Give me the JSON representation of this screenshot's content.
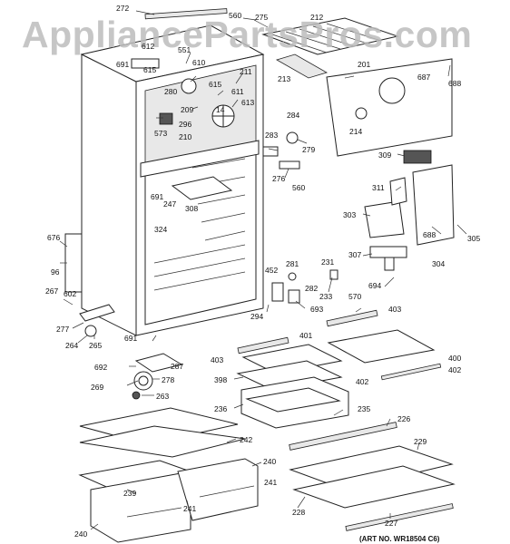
{
  "watermark": "AppliancePartsPros.com",
  "art_number": "(ART NO. WR18504 C6)",
  "callouts": {
    "c272": "272",
    "c560a": "560",
    "c275": "275",
    "c212": "212",
    "c612": "612",
    "c551": "551",
    "c691a": "691",
    "c615a": "615",
    "c610": "610",
    "c211": "211",
    "c201": "201",
    "c213": "213",
    "c615b": "615",
    "c280": "280",
    "c611": "611",
    "c687": "687",
    "c688a": "688",
    "c613": "613",
    "c209": "209",
    "c14": "14",
    "c296": "296",
    "c573": "573",
    "c210": "210",
    "c284": "284",
    "c214": "214",
    "c283": "283",
    "c279": "279",
    "c309": "309",
    "c276": "276",
    "c560b": "560",
    "c311": "311",
    "c691b": "691",
    "c247": "247",
    "c308": "308",
    "c303": "303",
    "c324": "324",
    "c688b": "688",
    "c305": "305",
    "c676": "676",
    "c96": "96",
    "c307": "307",
    "c304": "304",
    "c231": "231",
    "c281": "281",
    "c452": "452",
    "c694": "694",
    "c267": "267",
    "c602": "602",
    "c282": "282",
    "c233": "233",
    "c570": "570",
    "c693": "693",
    "c294": "294",
    "c403a": "403",
    "c277": "277",
    "c264": "264",
    "c265": "265",
    "c691c": "691",
    "c401": "401",
    "c403b": "403",
    "c400": "400",
    "c402a": "402",
    "c692": "692",
    "c287": "287",
    "c398": "398",
    "c278": "278",
    "c402b": "402",
    "c269": "269",
    "c263": "263",
    "c236": "236",
    "c235": "235",
    "c226": "226",
    "c242": "242",
    "c229": "229",
    "c240a": "240",
    "c241": "241",
    "c239": "239",
    "c228": "228",
    "c240b": "240",
    "c227": "227"
  }
}
